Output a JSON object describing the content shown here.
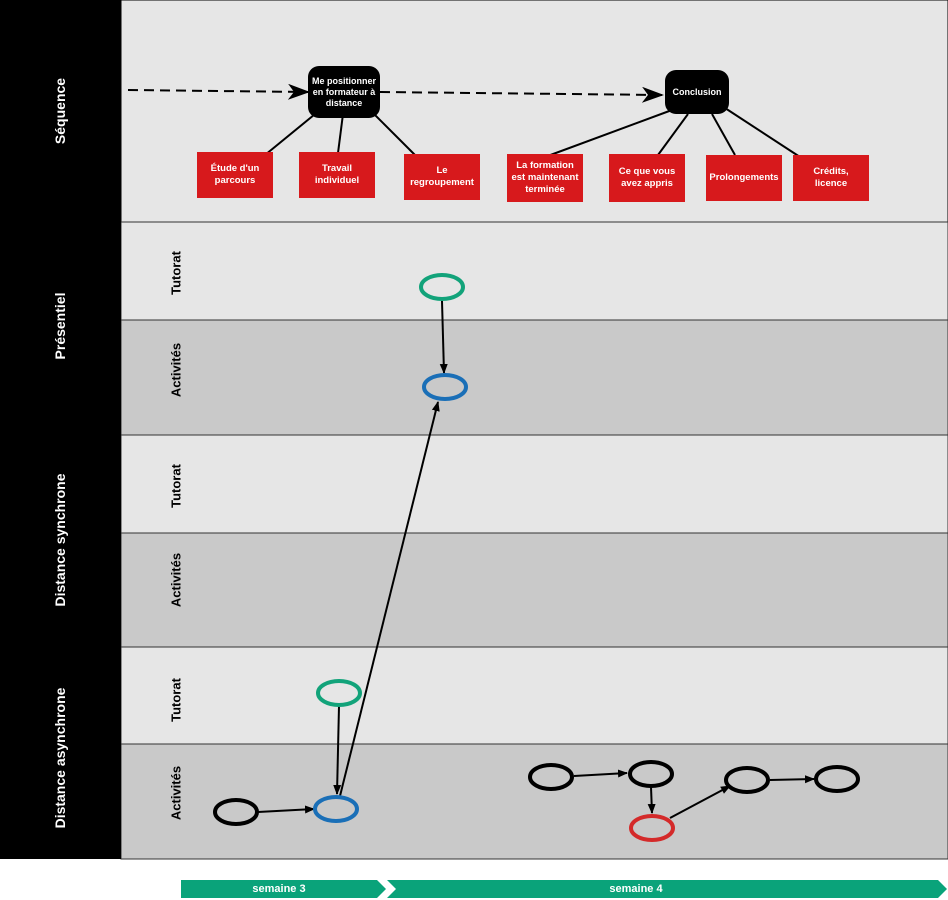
{
  "groups": {
    "sequence": "Séquence",
    "presentiel": "Présentiel",
    "sync": "Distance synchrone",
    "async": "Distance asynchrone"
  },
  "lanes": {
    "pres_tutorat": "Tutorat",
    "pres_activites": "Activités",
    "sync_tutorat": "Tutorat",
    "sync_activites": "Activités",
    "async_tutorat": "Tutorat",
    "async_activites": "Activités"
  },
  "nodes": {
    "positionner": "Me positionner en formateur à distance",
    "conclusion": "Conclusion",
    "etude": "Étude d'un parcours",
    "travail": "Travail individuel",
    "regroupement": "Le regroupement",
    "formation": "La formation est maintenant terminée",
    "appris": "Ce que vous avez appris",
    "prolongements": "Prolongements",
    "credits": "Crédits, licence"
  },
  "weeks": {
    "w3": "semaine 3",
    "w4": "semaine 4"
  },
  "colors": {
    "tutorat_ring": "#12a37a",
    "activite_ring": "#1a6fb7",
    "plain_ring": "#000000",
    "alert_ring": "#d42a2a",
    "task_fill": "#d7191c",
    "week_bar": "#0aa37a",
    "light_lane": "#e6e6e6",
    "dark_lane": "#c9c9c9"
  }
}
